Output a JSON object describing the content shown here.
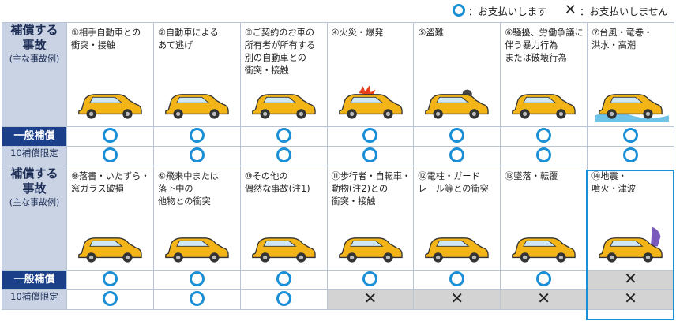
{
  "legend": {
    "circle_text": "：お支払いします",
    "x_text": "：お支払いしません",
    "circle_icon": "circle-icon",
    "x_icon": "cross-icon"
  },
  "row_labels": {
    "category_title": "補償する\n事故",
    "category_sub": "(主な事故例)",
    "general": "一般補償",
    "limited": "10補償限定"
  },
  "marks": {
    "ok": "circle-icon",
    "ng": "cross-icon"
  },
  "colors": {
    "navy": "#1c3f8a",
    "light_blue": "#c9d3e4",
    "circle_blue": "#1a8fd6",
    "gray": "#d3d3d3",
    "car_yellow": "#f2b417"
  },
  "categories": [
    {
      "label": "①相手自動車との\n衝突・接触",
      "general": "ok",
      "limited": "ok"
    },
    {
      "label": "②自動車による\nあて逃げ",
      "general": "ok",
      "limited": "ok"
    },
    {
      "label": "③ご契約のお車の\n所有者が所有する\n別の自動車との\n衝突・接触",
      "general": "ok",
      "limited": "ok"
    },
    {
      "label": "④火災・爆発",
      "general": "ok",
      "limited": "ok"
    },
    {
      "label": "⑤盗難",
      "general": "ok",
      "limited": "ok"
    },
    {
      "label": "⑥騒擾、労働争議に\n伴う暴力行為\nまたは破壊行為",
      "general": "ok",
      "limited": "ok"
    },
    {
      "label": "⑦台風・竜巻・\n洪水・高潮",
      "general": "ok",
      "limited": "ok"
    },
    {
      "label": "⑧落書・いたずら・\n窓ガラス破損",
      "general": "ok",
      "limited": "ok"
    },
    {
      "label": "⑨飛来中または\n落下中の\n他物との衝突",
      "general": "ok",
      "limited": "ok"
    },
    {
      "label": "⑩その他の\n偶然な事故(注1)",
      "general": "ok",
      "limited": "ok"
    },
    {
      "label": "⑪歩行者・自転車・\n動物(注2)との\n衝突・接触",
      "general": "ok",
      "limited": "ng"
    },
    {
      "label": "⑫電柱・ガード\nレール等との衝突",
      "general": "ok",
      "limited": "ng"
    },
    {
      "label": "⑬墜落・転覆",
      "general": "ok",
      "limited": "ng"
    },
    {
      "label": "⑭地震・\n噴火・津波",
      "general": "ng",
      "limited": "ng"
    }
  ]
}
